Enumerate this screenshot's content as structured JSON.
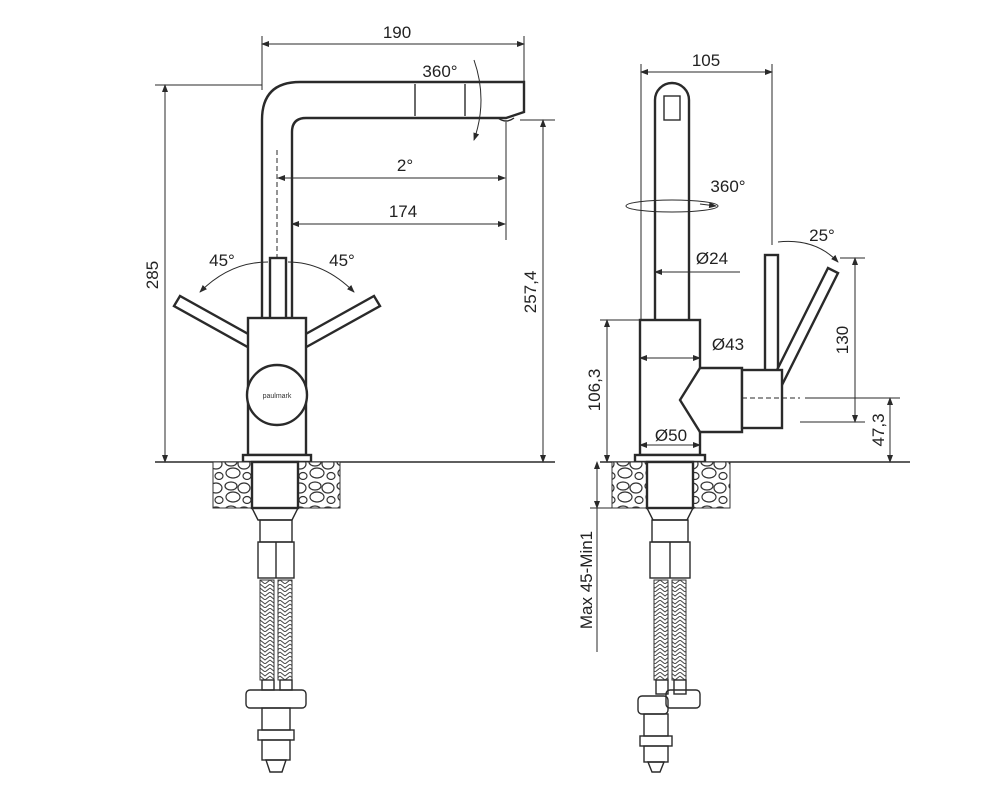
{
  "front_view": {
    "width_total": "190",
    "rotation": "360°",
    "angle_tilt": "2°",
    "reach": "174",
    "lever_left_angle": "45°",
    "lever_right_angle": "45°",
    "height_total": "285",
    "spout_height": "257,4",
    "brand": "paulmark"
  },
  "side_view": {
    "depth": "105",
    "rotation": "360°",
    "pipe_diameter": "Ø24",
    "lever_angle": "25°",
    "lever_height": "130",
    "body_diameter": "Ø43",
    "body_height": "106,3",
    "base_diameter": "Ø50",
    "joint_height": "47,3",
    "countertop_thickness": "Max 45-Min1"
  }
}
